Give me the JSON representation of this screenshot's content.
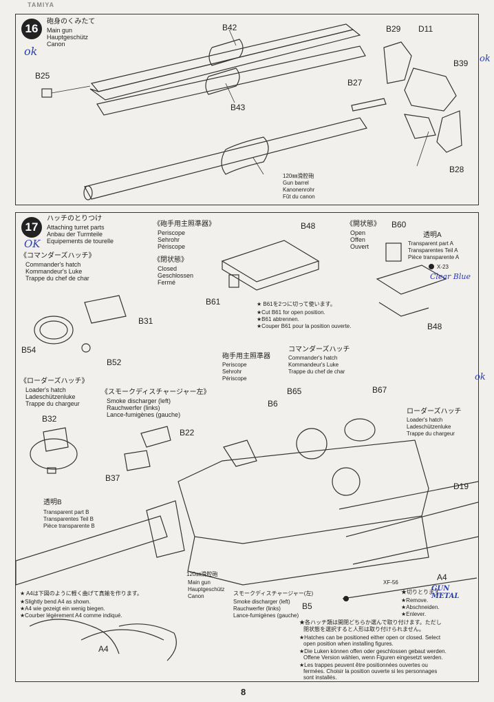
{
  "header": {
    "brand": "TAMIYA"
  },
  "step16": {
    "number": "16",
    "title_jp": "砲身のくみたて",
    "title_en": "Main gun",
    "title_de": "Hauptgeschütz",
    "title_fr": "Canon",
    "handwritten_ok": "ok",
    "labels": {
      "b42": "B42",
      "b43": "B43",
      "b25": "B25",
      "b27": "B27",
      "b29": "B29",
      "d11": "D11",
      "b39": "B39",
      "b28": "B28"
    },
    "barrel_note": {
      "jp": "120㎜滑腔砲",
      "en": "Gun barrel",
      "de": "Kanonenrohr",
      "fr": "Fût du canon"
    }
  },
  "step17": {
    "number": "17",
    "title_jp": "ハッチのとりつけ",
    "title_en": "Attaching turret parts",
    "title_de": "Anbau der Turmteile",
    "title_fr": "Equipements de tourelle",
    "handwritten_ok": "OK",
    "commander_hatch": {
      "jp": "《コマンダーズハッチ》",
      "en": "Commander's hatch",
      "de": "Kommandeur's Luke",
      "fr": "Trappe du chef de char"
    },
    "periscope": {
      "jp": "《砲手用主照準器》",
      "en": "Periscope",
      "de": "Sehrohr",
      "fr": "Périscope"
    },
    "closed": {
      "jp": "《閉状態》",
      "en": "Closed",
      "de": "Geschlossen",
      "fr": "Fermé"
    },
    "open": {
      "jp": "《開状態》",
      "en": "Open",
      "de": "Offen",
      "fr": "Ouvert"
    },
    "transparent_a": {
      "jp": "透明A",
      "en": "Transparent part A",
      "de": "Transparentes Teil A",
      "fr": "Pièce transparente A"
    },
    "paint_x23": "X-23",
    "handwritten_clear_blue": "Clear Blue",
    "cut_note": {
      "jp": "★ B61を2つに切って使います。",
      "en": "★Cut B61 for open position.",
      "de": "★B61 abtrennen.",
      "fr": "★Couper B61 pour la position ouverte."
    },
    "loader_hatch": {
      "jp": "《ローダーズハッチ》",
      "en": "Loader's hatch",
      "de": "Ladeschützenluke",
      "fr": "Trappe du chargeur"
    },
    "smoke_left": {
      "jp": "《スモークディスチャージャー左》",
      "en": "Smoke discharger (left)",
      "de": "Rauchwerfer (links)",
      "fr": "Lance-fumigènes (gauche)"
    },
    "periscope2": {
      "jp": "砲手用主照準器",
      "en": "Periscope",
      "de": "Sehrohr",
      "fr": "Périscope"
    },
    "commander2": {
      "jp": "コマンダーズハッチ",
      "en": "Commander's hatch",
      "de": "Kommandeur's Luke",
      "fr": "Trappe du chef de char"
    },
    "loader2": {
      "jp": "ローダーズハッチ",
      "en": "Loader's hatch",
      "de": "Ladeschützenluke",
      "fr": "Trappe du chargeur"
    },
    "transparent_b": {
      "jp": "透明B",
      "en": "Transparent part B",
      "de": "Transparentes Teil B",
      "fr": "Pièce transparente B"
    },
    "gun2": {
      "jp": "120㎜滑腔砲",
      "en": "Main gun",
      "de": "Hauptgeschütz",
      "fr": "Canon"
    },
    "bend_note": {
      "jp": "★ A4は下図のように軽く曲げて真鍮を作ります。",
      "en": "★Slightly bend A4 as shown.",
      "de": "★A4 wie gezeigt ein wenig biegen.",
      "fr": "★Courber légèrement A4 comme indiqué."
    },
    "smoke2": {
      "jp": "スモークディスチャージャー(左)",
      "en": "Smoke discharger (left)",
      "de": "Rauchwerfer (links)",
      "fr": "Lance-fumigènes (gauche)"
    },
    "remove_note": {
      "jp": "★切りとります。",
      "en": "★Remove.",
      "de": "★Abschneiden.",
      "fr": "★Enlever."
    },
    "handwritten_gun_metal": "GUN METAL",
    "hatch_note": {
      "jp1": "★各ハッチ類は開閉どちらか選んで取り付けます。ただし",
      "jp2": "閉状態を選択すると人形は取り付けられません。",
      "en1": "★Hatches can be positioned either open or closed. Select",
      "en2": "open position when installing figures.",
      "de1": "★Die Luken können offen oder geschlossen gebaut werden.",
      "de2": "Offene Version wählen, wenn Figuren eingesetzt werden.",
      "fr1": "★Les trappes peuvent être positionnées ouvertes ou",
      "fr2": "fermées. Choisir la position ouverte si les personnages",
      "fr3": "sont installés."
    },
    "labels": {
      "b48a": "B48",
      "b60": "B60",
      "b61": "B61",
      "b48b": "B48",
      "b31": "B31",
      "b54": "B54",
      "b52": "B52",
      "b32": "B32",
      "b22": "B22",
      "b37": "B37",
      "b6": "B6",
      "b65": "B65",
      "b67": "B67",
      "d19": "D19",
      "a4a": "A4",
      "xf56": "XF-56",
      "b5": "B5",
      "a4b": "A4"
    }
  },
  "side_marks": {
    "ok1": "ok",
    "ok2": "ok"
  },
  "page_number": "8"
}
